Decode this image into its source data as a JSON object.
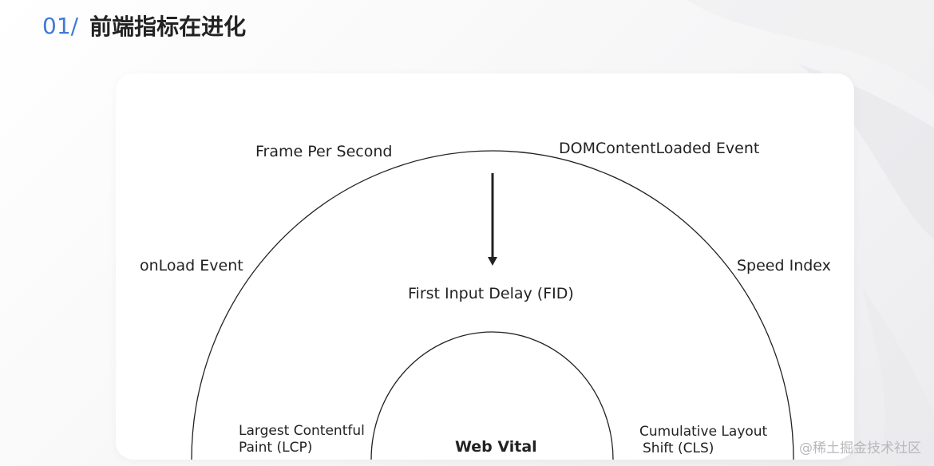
{
  "header": {
    "number": "01/",
    "title": "前端指标在进化"
  },
  "diagram": {
    "outer_labels": {
      "frame_per_second": "Frame Per Second",
      "dom_content_loaded": "DOMContentLoaded Event",
      "onload_event": "onLoad Event",
      "speed_index": "Speed Index"
    },
    "center_label": "First Input Delay (FID)",
    "bottom_left_line1": "Largest Contentful",
    "bottom_left_line2": "Paint (LCP)",
    "bottom_right_line1": "Cumulative Layout",
    "bottom_right_line2": "Shift (CLS)",
    "inner_label": "Web Vital"
  },
  "watermark": "@稀土掘金技术社区"
}
